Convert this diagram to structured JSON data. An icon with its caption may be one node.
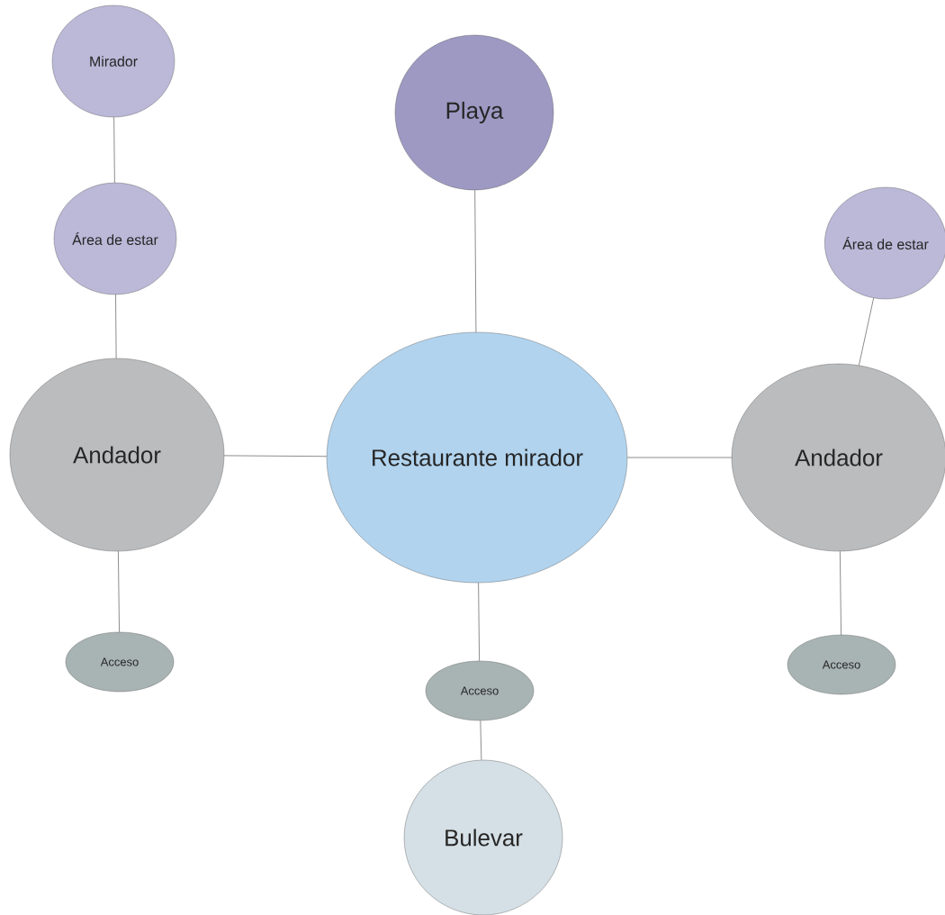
{
  "diagram": {
    "nodes": [
      {
        "text": [
          "Mirador"
        ]
      },
      {
        "text": [
          "Playa"
        ]
      },
      {
        "text": [
          "Área de estar"
        ]
      },
      {
        "text": [
          "Área de estar"
        ]
      },
      {
        "text": [
          "Andador"
        ]
      },
      {
        "text": [
          "Restaurante mirador"
        ]
      },
      {
        "text": [
          "Andador"
        ]
      },
      {
        "text": [
          "Acceso"
        ]
      },
      {
        "text": [
          "Acceso"
        ]
      },
      {
        "text": [
          "Acceso"
        ]
      },
      {
        "text": [
          "Bulevar"
        ]
      }
    ],
    "edges": [
      {
        "from": 0,
        "to": 2,
        "arrow": "none"
      },
      {
        "from": 2,
        "to": 4,
        "arrow": "none"
      },
      {
        "from": 1,
        "to": 5,
        "arrow": "none"
      },
      {
        "from": 3,
        "to": 6,
        "arrow": "none"
      },
      {
        "from": 4,
        "to": 5,
        "arrow": "none"
      },
      {
        "from": 5,
        "to": 6,
        "arrow": "none"
      },
      {
        "from": 4,
        "to": 7,
        "arrow": "none"
      },
      {
        "from": 6,
        "to": 9,
        "arrow": "none"
      },
      {
        "from": 5,
        "to": 8,
        "arrow": "none"
      },
      {
        "from": 8,
        "to": 10,
        "arrow": "none"
      }
    ]
  }
}
